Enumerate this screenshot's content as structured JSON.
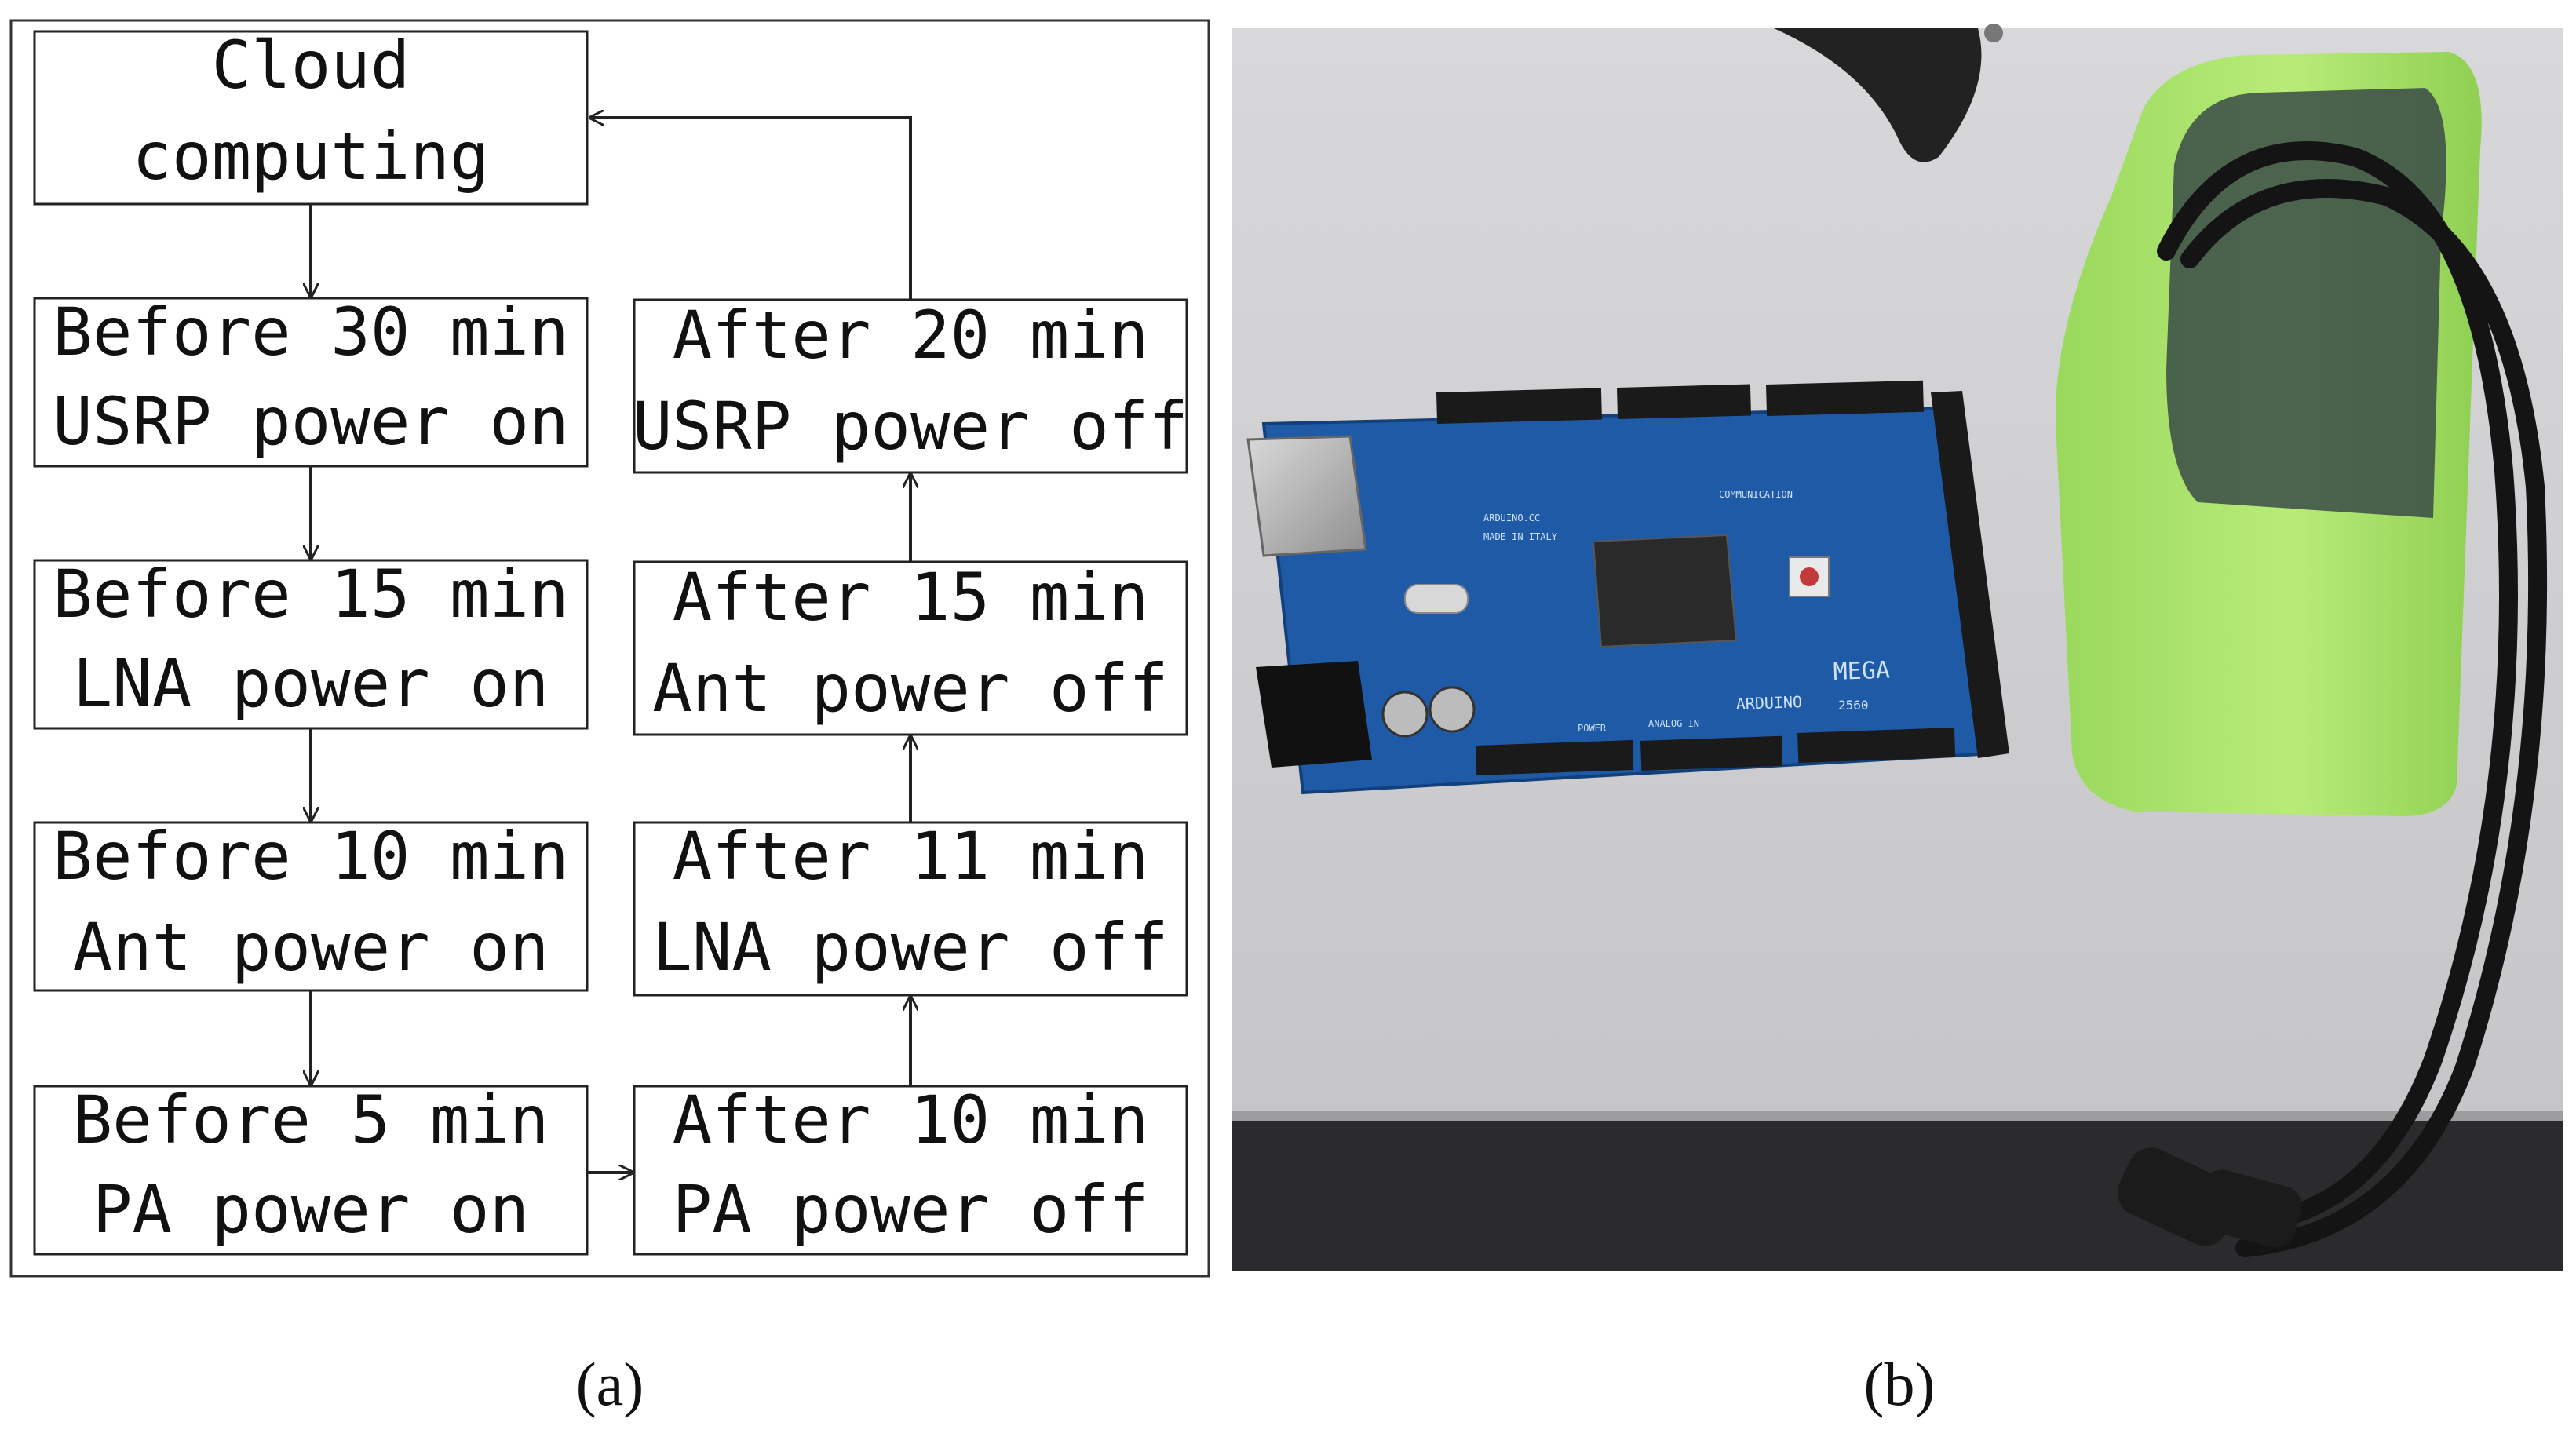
{
  "panel_a": {
    "caption": "(a)",
    "nodes": {
      "cloud": {
        "line1": "Cloud",
        "line2": "computing"
      },
      "before30": {
        "line1": "Before 30 min",
        "line2": "USRP power on"
      },
      "before15": {
        "line1": "Before 15 min",
        "line2": "LNA power on"
      },
      "before10": {
        "line1": "Before 10 min",
        "line2": "Ant power on"
      },
      "before5": {
        "line1": "Before 5 min",
        "line2": "PA power on"
      },
      "after10": {
        "line1": "After 10 min",
        "line2": "PA power off"
      },
      "after11": {
        "line1": "After 11 min",
        "line2": "LNA power off"
      },
      "after15": {
        "line1": "After 15 min",
        "line2": "Ant power off"
      },
      "after20": {
        "line1": "After 20 min",
        "line2": "USRP power off"
      }
    }
  },
  "panel_b": {
    "caption": "(b)",
    "board_labels": {
      "brand": "ARDUINO",
      "model": "MEGA",
      "model_number": "2560",
      "origin": "MADE IN ITALY",
      "website": "ARDUINO.CC",
      "power_header": "POWER",
      "analog_header": "ANALOG IN",
      "comm_header": "COMMUNICATION"
    }
  },
  "colors": {
    "box_stroke": "#222222",
    "board_blue": "#1e5aa6",
    "battery_green": "#a8e36a",
    "table_grey": "#cfcfd2"
  }
}
